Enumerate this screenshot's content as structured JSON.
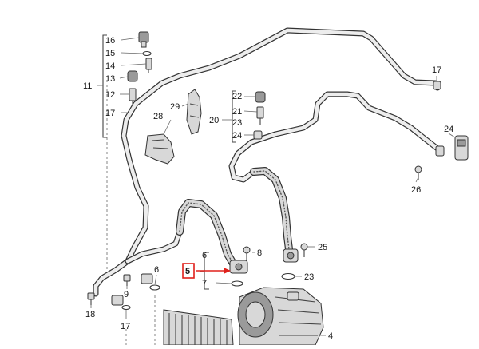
{
  "callouts": {
    "c16": "16",
    "c15": "15",
    "c14": "14",
    "c13": "13",
    "c12": "12",
    "c17a": "17",
    "c11": "11",
    "c28": "28",
    "c29": "29",
    "c22": "22",
    "c21": "21",
    "c20": "20",
    "c23a": "23",
    "c24a": "24",
    "c17b": "17",
    "c24b": "24",
    "c26": "26",
    "c6a": "6",
    "c9": "9",
    "c18": "18",
    "c17c": "17",
    "c6b": "6",
    "c5": "5",
    "c7": "7",
    "c8": "8",
    "c25": "25",
    "c23b": "23",
    "c4": "4"
  },
  "highlight": {
    "label": "5",
    "color": "#e0201b"
  }
}
